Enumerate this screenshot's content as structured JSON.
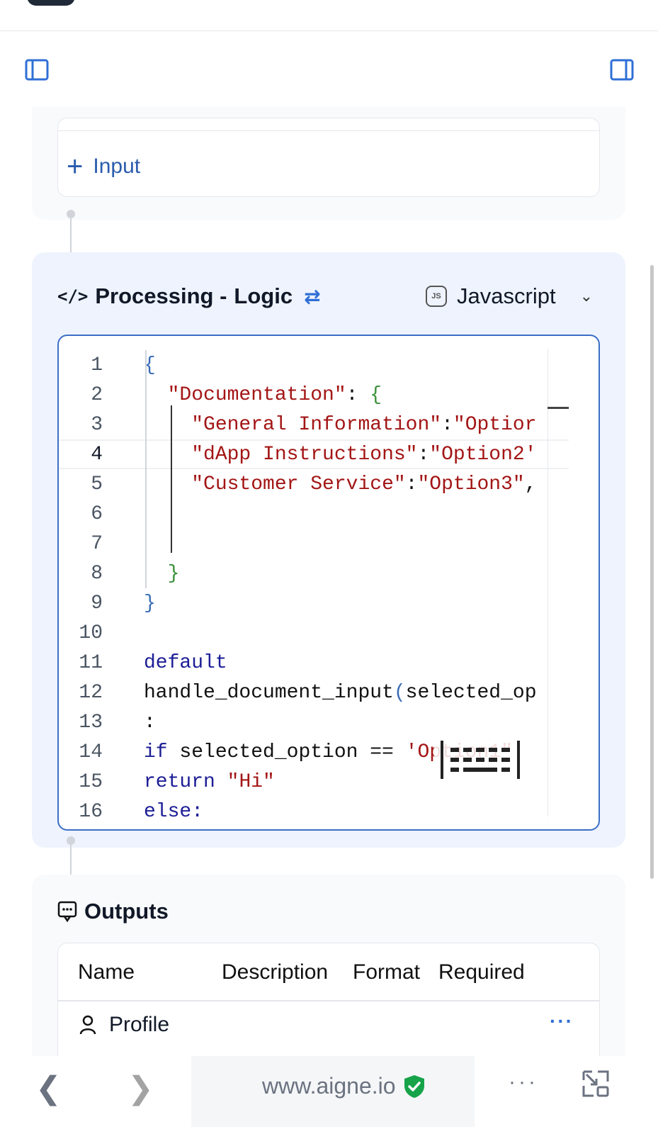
{
  "input_section": {
    "add_label": "Input"
  },
  "processing": {
    "title_main": "Processing -",
    "title_sub": "Logic",
    "language": "Javascript",
    "code_lines": [
      {
        "n": "1",
        "html": "<span class=\"tk-brace\">{</span>"
      },
      {
        "n": "2",
        "html": "  <span class=\"tk-str\">\"Documentation\"</span><span class=\"tk-plain\">: </span><span class=\"tk-green\">{</span>"
      },
      {
        "n": "3",
        "html": "    <span class=\"tk-str\">\"General Information\"</span><span class=\"tk-plain\">:</span><span class=\"tk-str\">\"Optior</span>"
      },
      {
        "n": "4",
        "html": "    <span class=\"tk-str\">\"dApp Instructions\"</span><span class=\"tk-plain\">:</span><span class=\"tk-str\">\"Option2'</span>"
      },
      {
        "n": "5",
        "html": "    <span class=\"tk-str\">\"Customer Service\"</span><span class=\"tk-plain\">:</span><span class=\"tk-str\">\"Option3\"</span><span class=\"tk-plain\">,</span>"
      },
      {
        "n": "6",
        "html": ""
      },
      {
        "n": "7",
        "html": ""
      },
      {
        "n": "8",
        "html": "  <span class=\"tk-green\">}</span>"
      },
      {
        "n": "9",
        "html": "<span class=\"tk-brace\">}</span>"
      },
      {
        "n": "10",
        "html": ""
      },
      {
        "n": "11",
        "html": "<span class=\"tk-kw\">default</span>"
      },
      {
        "n": "12",
        "html": "<span class=\"tk-plain\">handle_document_input</span><span class=\"tk-brace\">(</span><span class=\"tk-plain\">selected_op</span>"
      },
      {
        "n": "13",
        "html": "<span class=\"tk-plain\">:</span>"
      },
      {
        "n": "14",
        "html": "<span class=\"tk-kw\">if</span><span class=\"tk-plain\"> selected_option == </span><span class=\"tk-str\">'Option1\"</span><span class=\"tk-plain\">:</span>"
      },
      {
        "n": "15",
        "html": "<span class=\"tk-kw\">return</span><span class=\"tk-plain\"> </span><span class=\"tk-str\">\"Hi\"</span>"
      },
      {
        "n": "16",
        "html": "<span class=\"tk-kw\">else:</span>"
      }
    ]
  },
  "outputs": {
    "title": "Outputs",
    "columns": [
      "Name",
      "Description",
      "Format",
      "Required"
    ],
    "rows": [
      {
        "name": "Profile",
        "more": "···"
      }
    ]
  },
  "browser": {
    "url": "www.aigne.io",
    "more": "···"
  },
  "colors": {
    "accent": "#2f6fd6",
    "processing_bg": "#eef3fd",
    "section_bg": "#f8fafc",
    "secure_green": "#16a34a"
  }
}
